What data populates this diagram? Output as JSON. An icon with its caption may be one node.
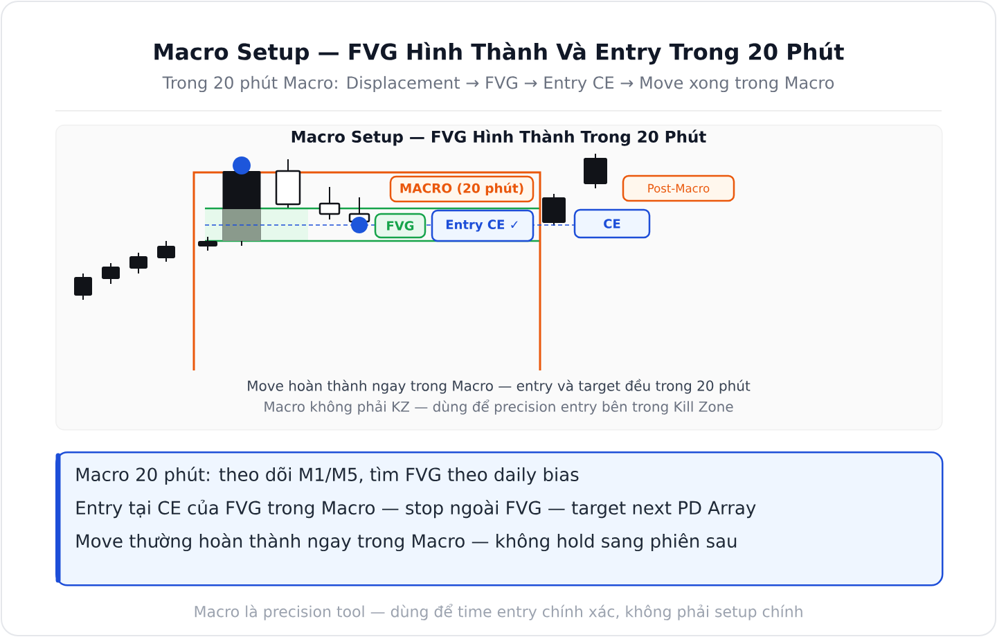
{
  "diagram": {
    "title": "Macro Setup — FVG Hình Thành Và Entry Trong 20 Phút",
    "labels": [
      "Trong 20 phút Macro: Displacement → FVG → Entry CE → Move xong trong Macro"
    ],
    "nodes": [
      {
        "text": [
          "Macro Setup — FVG Hình Thành Trong 20 Phút",
          "Move hoàn thành ngay trong Macro — entry và target đều trong 20 phút",
          "Macro không phải KZ — dùng để precision entry bên trong Kill Zone"
        ]
      },
      {
        "text": [
          "MACRO (20 phút)"
        ],
        "in": 0
      },
      {
        "text": [
          "FVG"
        ],
        "in": 0
      },
      {
        "text": [
          "Entry CE ✓"
        ],
        "in": 0
      },
      {
        "text": [
          "Post-Macro"
        ],
        "in": 0
      },
      {
        "text": [
          "CE"
        ],
        "in": 0
      },
      {
        "text": [
          "Macro 20 phút: theo dõi M1/M5, tìm FVG theo daily bias",
          "Entry tại CE của FVG trong Macro — stop ngoài FVG — target next PD Array",
          "Move thường hoàn thành ngay trong Macro — không hold sang phiên sau"
        ]
      }
    ],
    "caption": "Macro là precision tool — dùng để time entry chính xác, không phải setup chính"
  }
}
